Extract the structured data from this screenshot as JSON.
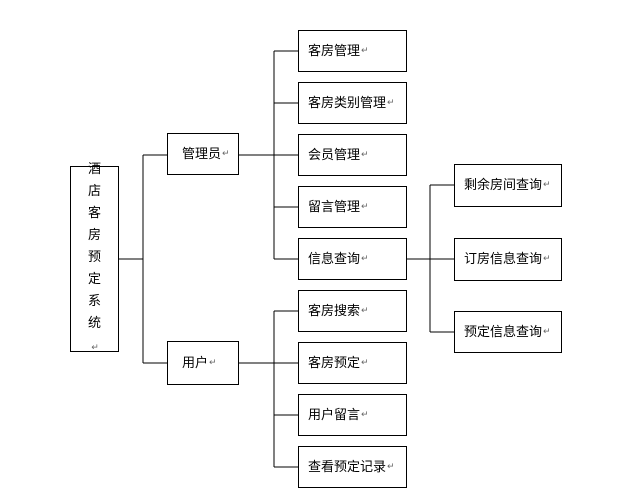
{
  "diagram": {
    "root": {
      "label": "酒店客房预定系统"
    },
    "roles": [
      {
        "label": "管理员",
        "children": [
          "客房管理",
          "客房类别管理",
          "会员管理",
          "留言管理",
          "信息查询"
        ],
        "sub": {
          "parent": "信息查询",
          "children": [
            "剩余房间查询",
            "订房信息查询",
            "预定信息查询"
          ]
        }
      },
      {
        "label": "用户",
        "children": [
          "客房搜索",
          "客房预定",
          "用户留言",
          "查看预定记录"
        ]
      }
    ],
    "return_mark": "↵",
    "line_color": "#000000"
  }
}
